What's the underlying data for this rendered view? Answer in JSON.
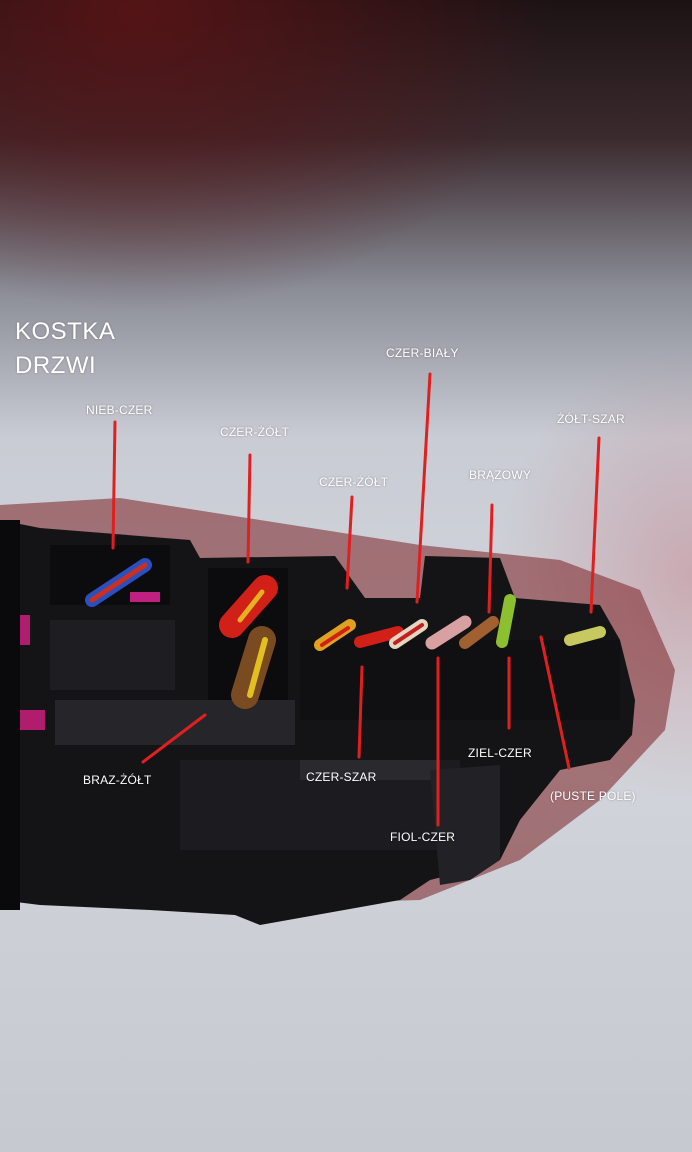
{
  "title_lines": [
    "KOSTKA",
    "DRZWI"
  ],
  "labels": {
    "nieb_czer": "NIEB-CZER",
    "czer_zolt_1": "CZER-ŻÓŁT",
    "czer_zolt_2": "CZER-ŻÓŁT",
    "czer_bialy": "CZER-BIAŁY",
    "brazowy": "BRĄZOWY",
    "zolt_szar": "ŻÓŁT-SZAR",
    "braz_zolt": "BRAZ-ŻÓŁT",
    "czer_szar": "CZER-SZAR",
    "fiol_czer": "FIOL-CZER",
    "ziel_czer": "ZIEL-CZER",
    "puste_pole": "(PUSTE POLE)"
  },
  "colors": {
    "pointer_line": "#e02020",
    "label_text": "#ffffff",
    "connector_body": "#141416"
  }
}
